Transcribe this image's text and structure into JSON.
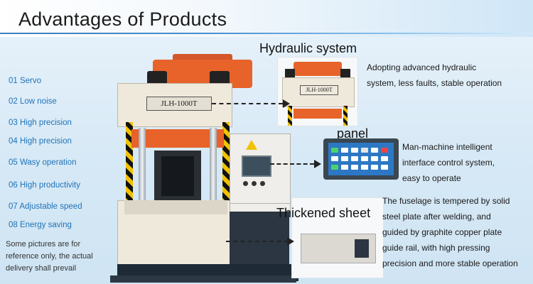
{
  "header": {
    "title": "Advantages of Products"
  },
  "features": [
    "01 Servo",
    "02 Low noise",
    "03 High precision",
    "04 High precision",
    "05 Wasy operation",
    "06 High productivity",
    "07  Adjustable speed",
    "08 Energy saving"
  ],
  "note": "Some pictures are for reference only, the actual delivery shall prevail",
  "machine": {
    "model_label": "JLH-1000T"
  },
  "hydraulic": {
    "heading": "Hydraulic system",
    "desc_line1": "Adopting advanced hydraulic",
    "desc_line2": "system, less faults, stable operation",
    "detail_label": "JLH-1000T"
  },
  "panel": {
    "heading": "panel",
    "desc_line1": "Man-machine intelligent",
    "desc_line2": "interface control system,",
    "desc_line3": "easy to operate"
  },
  "sheet": {
    "heading": "Thickened sheet",
    "desc_line1": "The fuselage is tempered by solid",
    "desc_line2": "steel plate after welding, and",
    "desc_line3": "guided by graphite copper plate",
    "desc_line4": "guide rail, with high pressing",
    "desc_line5": "precision and more stable operation"
  },
  "colors": {
    "feature_text": "#1f73b8",
    "header_rule": "#3b7fc0",
    "machine_orange": "#e7632a",
    "hazard_yellow": "#f2c200"
  }
}
